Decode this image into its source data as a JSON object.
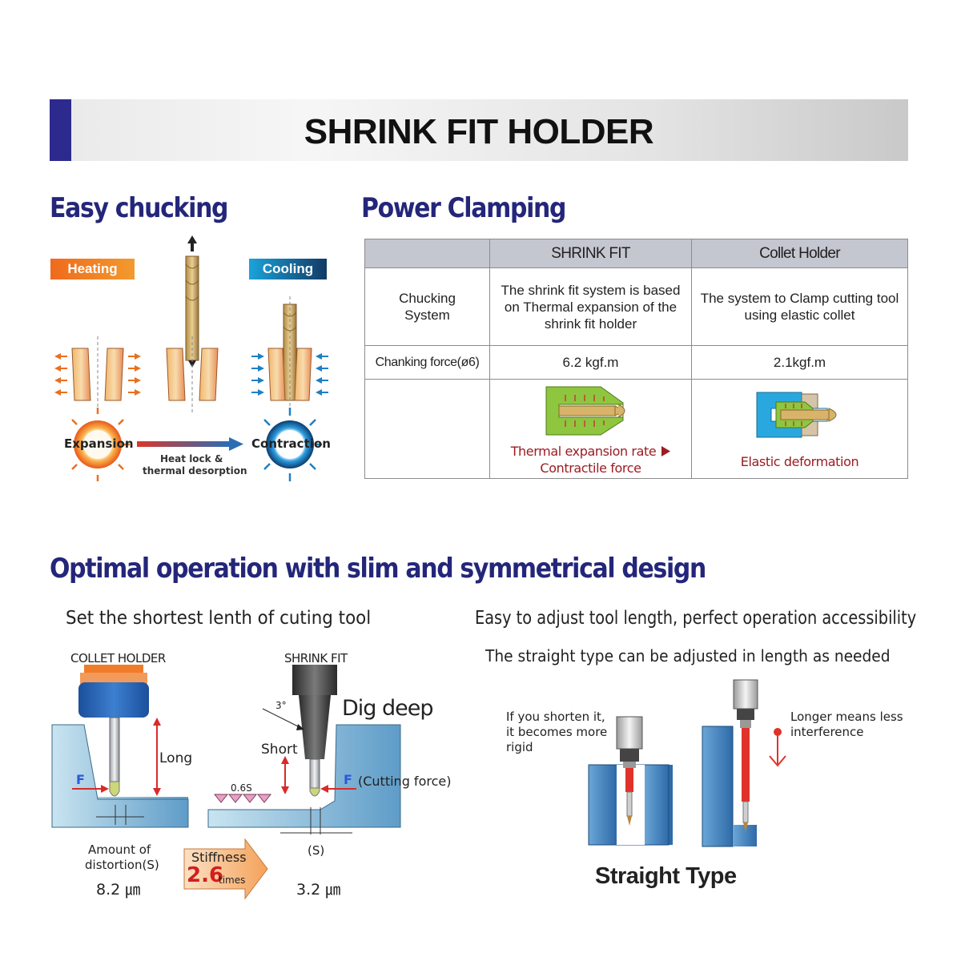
{
  "banner": {
    "title": "SHRINK FIT HOLDER"
  },
  "easy_chucking": {
    "heading": "Easy chucking",
    "heating_tag": "Heating",
    "cooling_tag": "Cooling",
    "expansion_label": "Expansion",
    "contraction_label": "Contraction",
    "heat_lock_line1": "Heat lock &",
    "heat_lock_line2": "thermal desorption",
    "colors": {
      "heating": "#ef6a1c",
      "cooling": "#1a8bd0",
      "arrow_heat": "#e8701e",
      "arrow_cool": "#1e7fc4"
    }
  },
  "power_clamping": {
    "heading": "Power Clamping",
    "columns": [
      "",
      "SHRINK FIT",
      "Collet Holder"
    ],
    "rows": [
      {
        "label": "Chucking System",
        "shrink": "The shrink fit system is based on Thermal expansion of the shrink fit holder",
        "collet": "The system to Clamp cutting tool using elastic collet"
      },
      {
        "label": "Chanking force(ø6)",
        "shrink": "6.2 kgf.m",
        "collet": "2.1kgf.m"
      }
    ],
    "shrink_caption_line1": "Thermal expansion rate",
    "shrink_caption_line2": "Contractile force",
    "collet_caption": "Elastic deformation"
  },
  "optimal": {
    "heading": "Optimal operation with slim and symmetrical design",
    "left_subheading": "Set the shortest lenth of cuting tool",
    "right_subheading": "Easy to adjust tool length, perfect operation accessibility",
    "right_note": "The straight type can be adjusted in length as needed",
    "collet_label": "COLLET HOLDER",
    "shrink_label": "SHRINK FIT",
    "long_label": "Long",
    "short_label": "Short",
    "dig_deep": "Dig deep",
    "angle": "3°",
    "f_left": "F",
    "f_right": "F",
    "cutting_force": "(Cutting force)",
    "surface_mark": "0.6S",
    "distortion_line1": "Amount of",
    "distortion_line2": "distortion(S)",
    "s_label": "(S)",
    "value_collet": "8.2 ㎛",
    "value_shrink": "3.2 ㎛",
    "stiffness": "Stiffness",
    "stiffness_value": "2.6",
    "stiffness_unit": "times",
    "shorten_line1": "If you shorten it,",
    "shorten_line2": "it becomes more",
    "shorten_line3": "rigid",
    "longer_line1": "Longer means less",
    "longer_line2": "interference",
    "straight_type": "Straight Type"
  }
}
